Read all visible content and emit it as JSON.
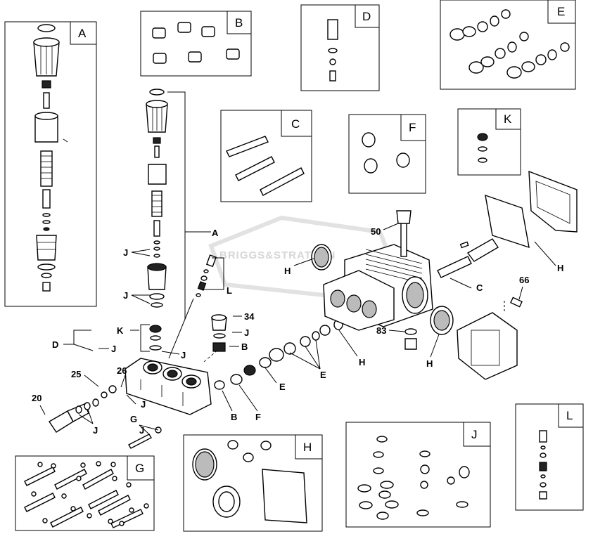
{
  "diagram": {
    "watermark": "BRIGGS&STRATTON",
    "kit_boxes": [
      {
        "id": "A",
        "letter": "A"
      },
      {
        "id": "B",
        "letter": "B"
      },
      {
        "id": "C",
        "letter": "C"
      },
      {
        "id": "D",
        "letter": "D"
      },
      {
        "id": "E",
        "letter": "E"
      },
      {
        "id": "F",
        "letter": "F"
      },
      {
        "id": "K",
        "letter": "K"
      },
      {
        "id": "G",
        "letter": "G"
      },
      {
        "id": "H",
        "letter": "H"
      },
      {
        "id": "J",
        "letter": "J"
      },
      {
        "id": "L",
        "letter": "L"
      }
    ],
    "callouts": {
      "A": "A",
      "J_left1": "J",
      "J_left2": "J",
      "L": "L",
      "H_top": "H",
      "50": "50",
      "C": "C",
      "H_right": "H",
      "66": "66",
      "83": "83",
      "34": "34",
      "J_mid": "J",
      "B_mid": "B",
      "K": "K",
      "J_k": "J",
      "D": "D",
      "J_d": "J",
      "25": "25",
      "26": "26",
      "J_26": "J",
      "20": "20",
      "J_20": "J",
      "G": "G",
      "J_g": "J",
      "B_low": "B",
      "F": "F",
      "E_low": "E",
      "E_mid": "E",
      "H_low": "H",
      "H_seal": "H"
    }
  }
}
